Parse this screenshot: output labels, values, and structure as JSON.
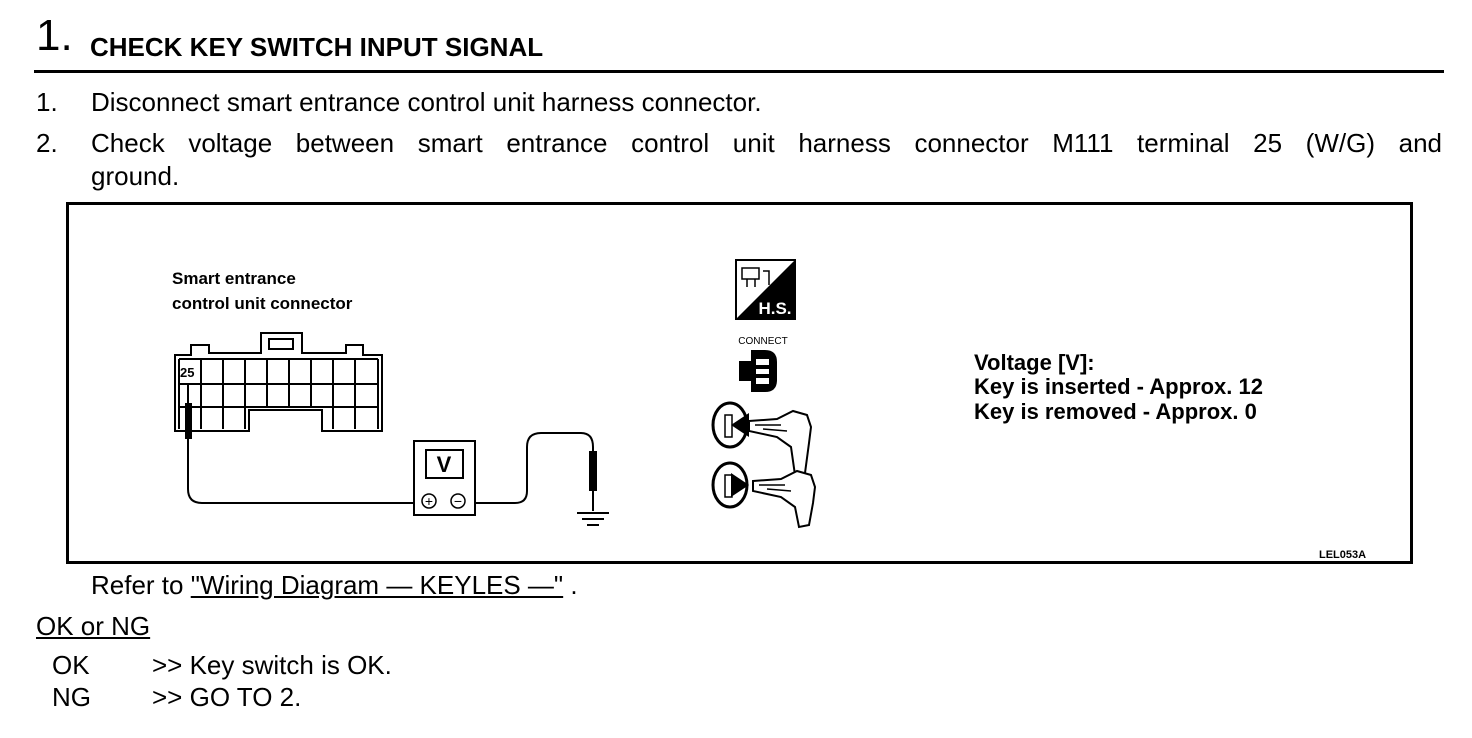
{
  "header": {
    "number": "1.",
    "title": "CHECK KEY SWITCH INPUT SIGNAL"
  },
  "instructions": [
    {
      "num": "1.",
      "text": "Disconnect smart entrance control unit harness connector."
    },
    {
      "num": "2.",
      "line1": "Check voltage between smart entrance control unit harness connector M111 terminal 25 (W/G) and",
      "line2": "ground."
    }
  ],
  "figure": {
    "connector_label_line1": "Smart entrance",
    "connector_label_line2": "control unit connector",
    "terminal": "25",
    "meter_letter": "V",
    "meter_plus": "+",
    "meter_minus": "−",
    "hs_label": "H.S.",
    "connect_label": "CONNECT",
    "voltage_title": "Voltage [V]:",
    "voltage_inserted": "Key is inserted - Approx. 12",
    "voltage_removed": "Key is removed - Approx. 0",
    "figure_code": "LEL053A"
  },
  "refer": {
    "prefix": "Refer to ",
    "link": "\"Wiring Diagram — KEYLES —\"",
    "suffix": " ."
  },
  "results": {
    "heading": "OK or NG",
    "rows": [
      {
        "key": "OK",
        "value": ">> Key switch is OK."
      },
      {
        "key": "NG",
        "value": ">> GO TO 2."
      }
    ]
  }
}
